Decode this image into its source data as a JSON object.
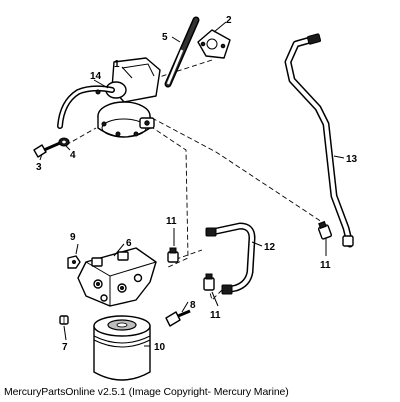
{
  "caption": "MercuryPartsOnline v2.5.1 (Image Copyright- Mercury Marine)",
  "callouts": {
    "c1": "1",
    "c2": "2",
    "c3": "3",
    "c4": "4",
    "c5": "5",
    "c6": "6",
    "c7": "7",
    "c8": "8",
    "c9": "9",
    "c10": "10",
    "c11a": "11",
    "c11b": "11",
    "c11c": "11",
    "c12": "12",
    "c13": "13",
    "c14": "14"
  }
}
